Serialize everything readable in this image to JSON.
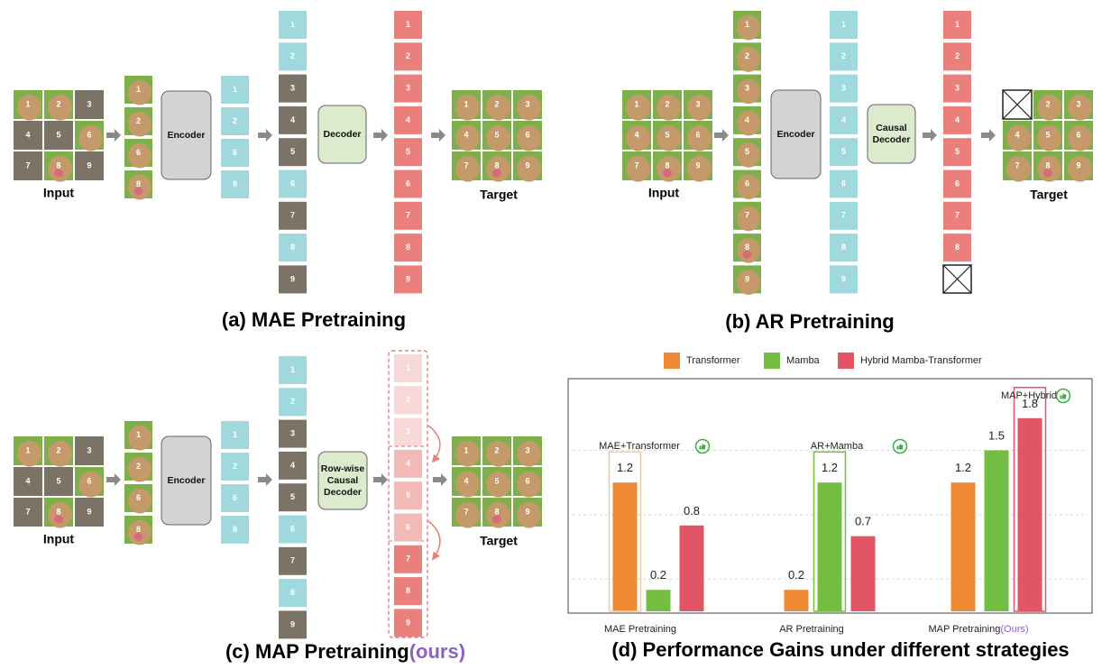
{
  "colors": {
    "cyan": "#9fd8dd",
    "red": "#ea7f7b",
    "dark": "#7b7466",
    "light_red": "#f4c8c6",
    "grass": "#7daf4a",
    "dog": "#c59a6a",
    "encoder_fill": "#d3d2d4",
    "decoder_fill": "#dcebcd",
    "arrow": "#8a8a8a",
    "orange": "#ef8a35",
    "green": "#74bd43",
    "pink": "#e15566",
    "purple": "#8a63c3"
  },
  "panels": {
    "mae": {
      "caption": "(a) MAE  Pretraining",
      "input_label": "Input",
      "target_label": "Target",
      "encoder": "Encoder",
      "decoder": "Decoder"
    },
    "ar": {
      "caption": "(b) AR  Pretraining",
      "input_label": "Input",
      "target_label": "Target",
      "encoder": "Encoder",
      "decoder_line1": "Causal",
      "decoder_line2": "Decoder"
    },
    "map": {
      "caption_main": "(c) MAP  Pretraining",
      "caption_ours": "(ours)",
      "input_label": "Input",
      "target_label": "Target",
      "encoder": "Encoder",
      "decoder_line1": "Row-wise",
      "decoder_line2": "Causal",
      "decoder_line3": "Decoder"
    }
  },
  "patch_numbers": [
    "1",
    "2",
    "3",
    "4",
    "5",
    "6",
    "7",
    "8",
    "9"
  ],
  "visible_patch_numbers": [
    "1",
    "2",
    "6",
    "8"
  ],
  "chart_data": {
    "type": "bar",
    "title": "(d) Performance Gains under different strategies",
    "categories": [
      "MAE Pretraining",
      "AR Pretraining",
      "MAP Pretraining"
    ],
    "category_suffix": [
      "",
      "",
      "(Ours)"
    ],
    "series": [
      {
        "name": "Transformer",
        "color": "#ef8a35",
        "values": [
          1.2,
          0.2,
          1.2
        ]
      },
      {
        "name": "Mamba",
        "color": "#74bd43",
        "values": [
          0.2,
          1.2,
          1.5
        ]
      },
      {
        "name": "Hybrid Mamba-Transformer",
        "color": "#e15566",
        "values": [
          0.8,
          0.7,
          1.8
        ]
      }
    ],
    "value_labels": [
      [
        "1.2",
        "0.2",
        "0.8"
      ],
      [
        "0.2",
        "1.2",
        "0.7"
      ],
      [
        "1.2",
        "1.5",
        "1.8"
      ]
    ],
    "annotations": [
      "MAE+Transformer",
      "AR+Mamba",
      "MAP+Hybrid"
    ],
    "ylim": [
      0,
      2.0
    ],
    "grid": true,
    "legend": "top"
  }
}
